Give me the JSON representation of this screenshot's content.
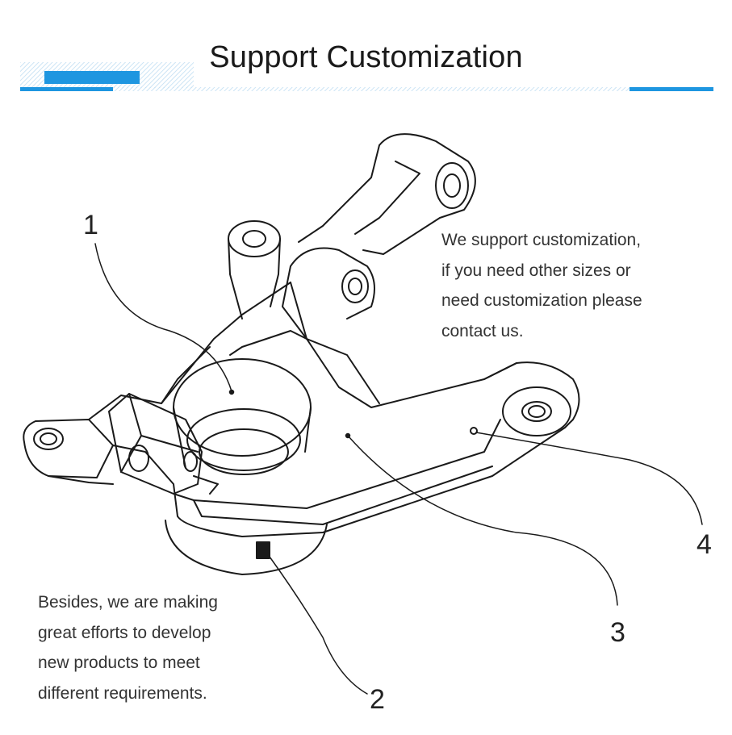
{
  "header": {
    "title": "Support Customization",
    "accent_color": "#1e96e0"
  },
  "callouts": [
    "1",
    "2",
    "3",
    "4"
  ],
  "text_right": {
    "lines": [
      "We support customization,",
      "if you need other sizes or",
      "need customization please",
      "contact us."
    ]
  },
  "text_bottom": {
    "lines": [
      "Besides, we are making",
      "great efforts to develop",
      "new products to meet",
      "different requirements."
    ]
  },
  "illustration": {
    "subject": "steering-knuckle-line-drawing",
    "line_color": "#1a1a1a"
  }
}
